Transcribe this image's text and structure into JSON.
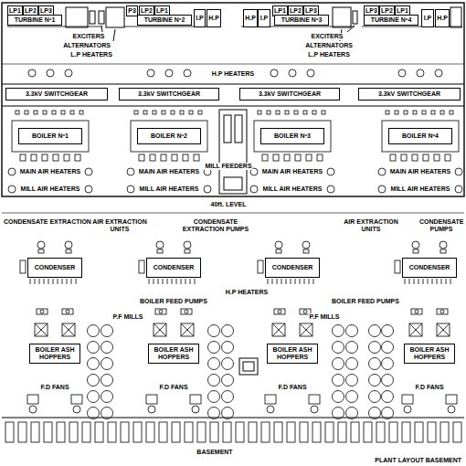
{
  "diagram": {
    "title": "PLANT LAYOUT BASEMENT",
    "nodes": [
      {
        "text": [
          "LP1"
        ]
      },
      {
        "text": [
          "LP2"
        ]
      },
      {
        "text": [
          "LP3"
        ]
      },
      {
        "text": [
          "TURBINE Nº1"
        ]
      },
      {
        "text": [
          "P3"
        ]
      },
      {
        "text": [
          "LP2"
        ]
      },
      {
        "text": [
          "LP1"
        ]
      },
      {
        "text": [
          "TURBINE Nº2"
        ]
      },
      {
        "text": [
          "I.P"
        ]
      },
      {
        "text": [
          "H.P"
        ]
      },
      {
        "text": [
          "H.P"
        ]
      },
      {
        "text": [
          "I.P"
        ]
      },
      {
        "text": [
          "LP1"
        ]
      },
      {
        "text": [
          "LP2"
        ]
      },
      {
        "text": [
          "LP3"
        ]
      },
      {
        "text": [
          "TURBINE Nº3"
        ]
      },
      {
        "text": [
          "LP3"
        ]
      },
      {
        "text": [
          "LP2"
        ]
      },
      {
        "text": [
          "LP1"
        ]
      },
      {
        "text": [
          "TURBINE Nº4"
        ]
      },
      {
        "text": [
          "I.P"
        ]
      },
      {
        "text": [
          "H.P"
        ]
      },
      {
        "text": [
          "3.3kV SWITCHGEAR"
        ]
      },
      {
        "text": [
          "3.3kV SWITCHGEAR"
        ]
      },
      {
        "text": [
          "3.3kV SWITCHGEAR"
        ]
      },
      {
        "text": [
          "3.3kV SWITCHGEAR"
        ]
      },
      {
        "text": [
          "BOILER Nº1"
        ]
      },
      {
        "text": [
          "BOILER Nº2"
        ]
      },
      {
        "text": [
          "BOILER Nº3"
        ]
      },
      {
        "text": [
          "BOILER Nº4"
        ]
      },
      {
        "text": [
          "CONDENSER"
        ]
      },
      {
        "text": [
          "CONDENSER"
        ]
      },
      {
        "text": [
          "CONDENSER"
        ]
      },
      {
        "text": [
          "CONDENSER"
        ]
      },
      {
        "text": [
          "BOILER ASH HOPPERS"
        ]
      },
      {
        "text": [
          "BOILER ASH HOPPERS"
        ]
      },
      {
        "text": [
          "BOILER ASH HOPPERS"
        ]
      },
      {
        "text": [
          "BOILER ASH HOPPERS"
        ]
      }
    ],
    "labels": [
      "EXCITERS",
      "ALTERNATORS",
      "L.P HEATERS",
      "H.P HEATERS",
      "EXCITERS",
      "ALTERNATORS",
      "L.P HEATERS",
      "MILL FEEDERS",
      "MAIN AIR HEATERS",
      "MAIN AIR HEATERS",
      "MAIN AIR HEATERS",
      "MAIN AIR HEATERS",
      "MILL AIR HEATERS",
      "MILL AIR HEATERS",
      "MILL AIR HEATERS",
      "MILL AIR HEATERS",
      "40ft. LEVEL",
      "CONDENSATE EXTRACTION",
      "AIR EXTRACTION UNITS",
      "CONDENSATE EXTRACTION PUMPS",
      "AIR EXTRACTION UNITS",
      "CONDENSATE PUMPS",
      "H.P HEATERS",
      "BOILER FEED PUMPS",
      "BOILER FEED PUMPS",
      "P.F MILLS",
      "P.F MILLS",
      "F.D FANS",
      "F.D FANS",
      "F.D FANS",
      "F.D FANS",
      "BASEMENT"
    ]
  }
}
